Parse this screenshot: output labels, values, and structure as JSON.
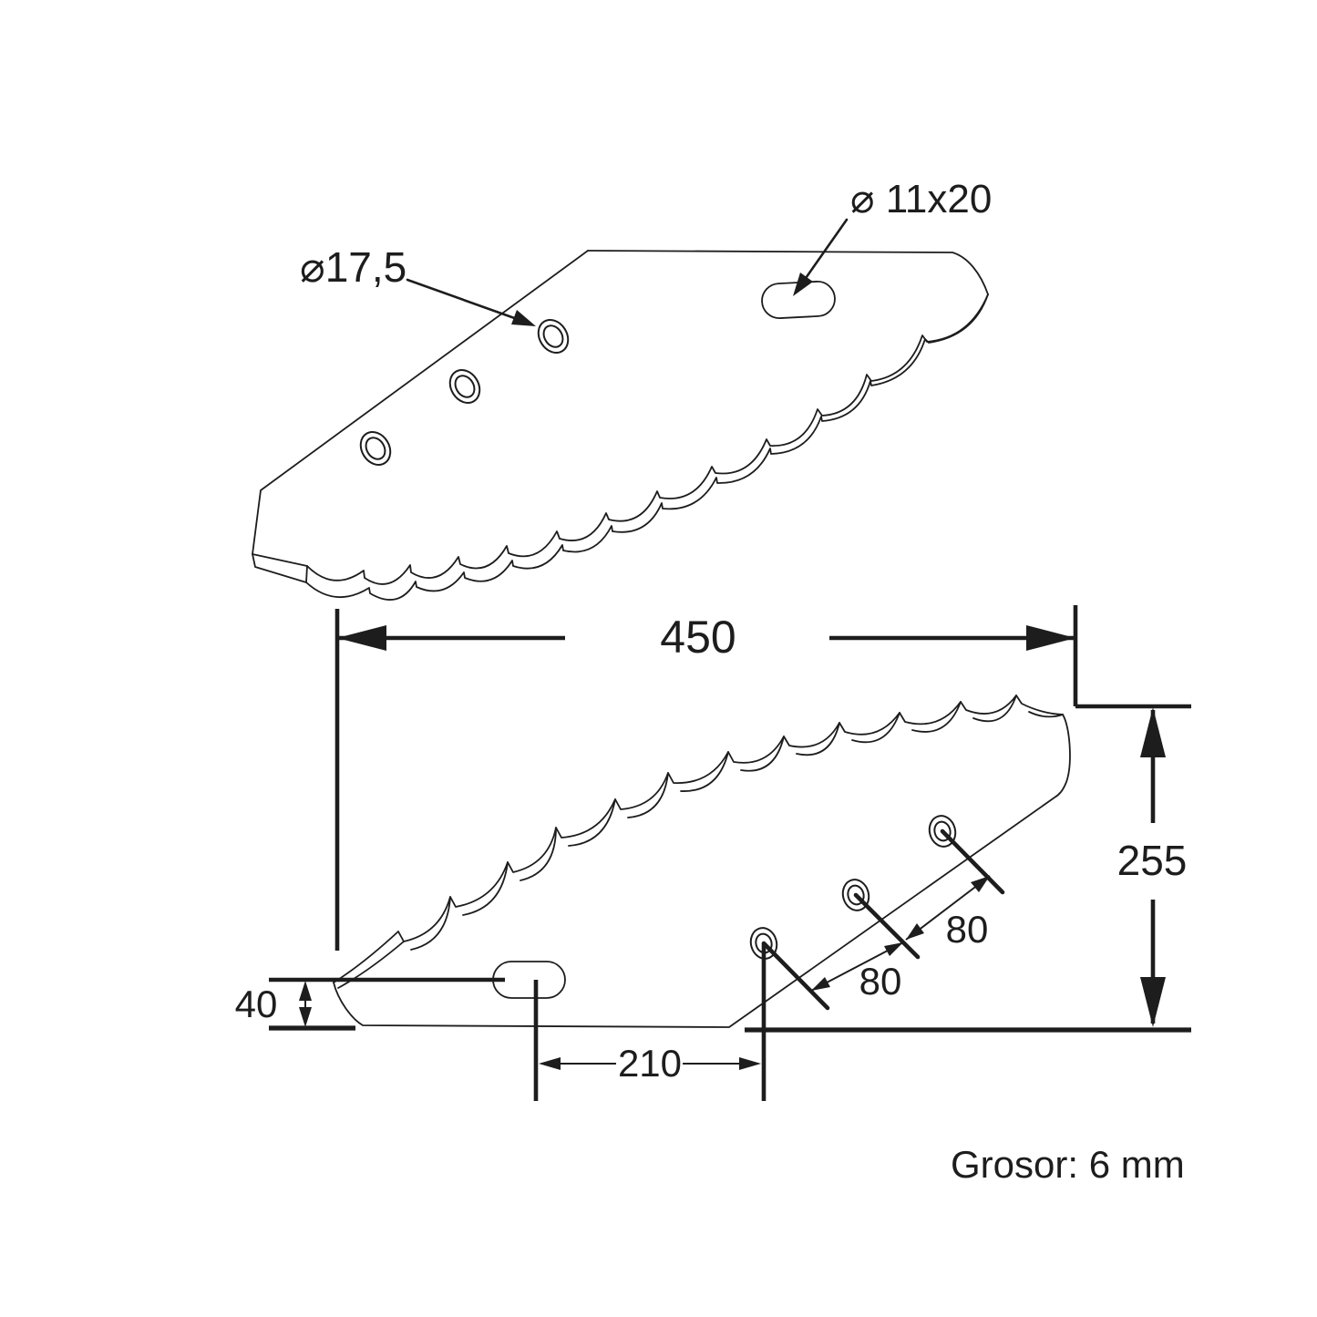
{
  "colors": {
    "line": "#1d1d1d",
    "background": "#ffffff"
  },
  "top_view": {
    "hole_diameter_label": "⌀17,5",
    "slot_size_label": "⌀ 11x20"
  },
  "side_view": {
    "overall_width": "450",
    "overall_height": "255",
    "foot_height": "40",
    "slot_to_hole_distance": "210",
    "hole_spacing_lower": "80",
    "hole_spacing_upper": "80"
  },
  "footer": {
    "thickness_note": "Grosor: 6 mm"
  }
}
